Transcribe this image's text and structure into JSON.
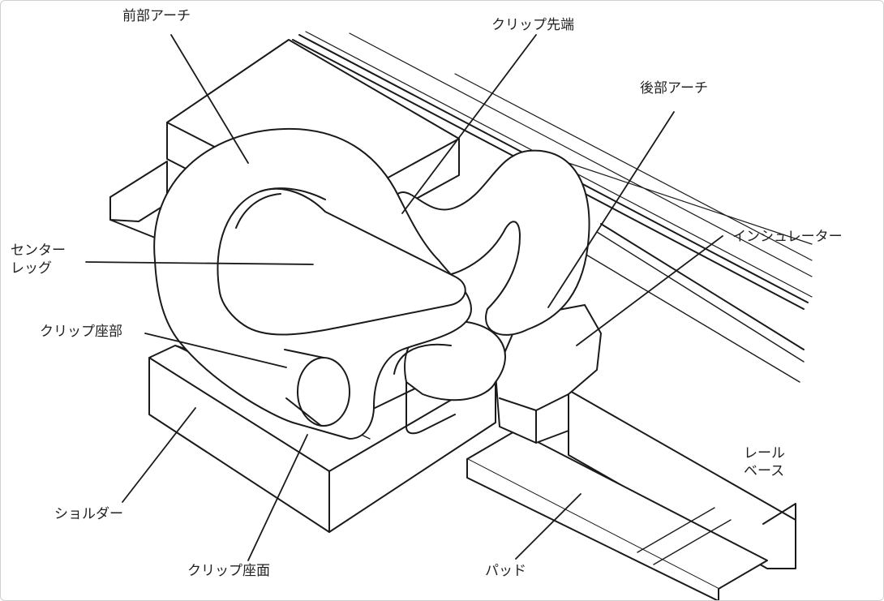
{
  "labels": {
    "front_arch": "前部アーチ",
    "clip_tip": "クリップ先端",
    "rear_arch": "後部アーチ",
    "insulator": "インシュレーター",
    "center_leg_1": "センター",
    "center_leg_2": "レッグ",
    "clip_seat": "クリップ座部",
    "shoulder": "ショルダー",
    "clip_seat_face": "クリップ座面",
    "pad": "パッド",
    "rail_base_1": "レール",
    "rail_base_2": "ベース"
  },
  "colors": {
    "line": "#1a1a1a",
    "fill": "#ffffff",
    "border": "#cfcfcf"
  }
}
